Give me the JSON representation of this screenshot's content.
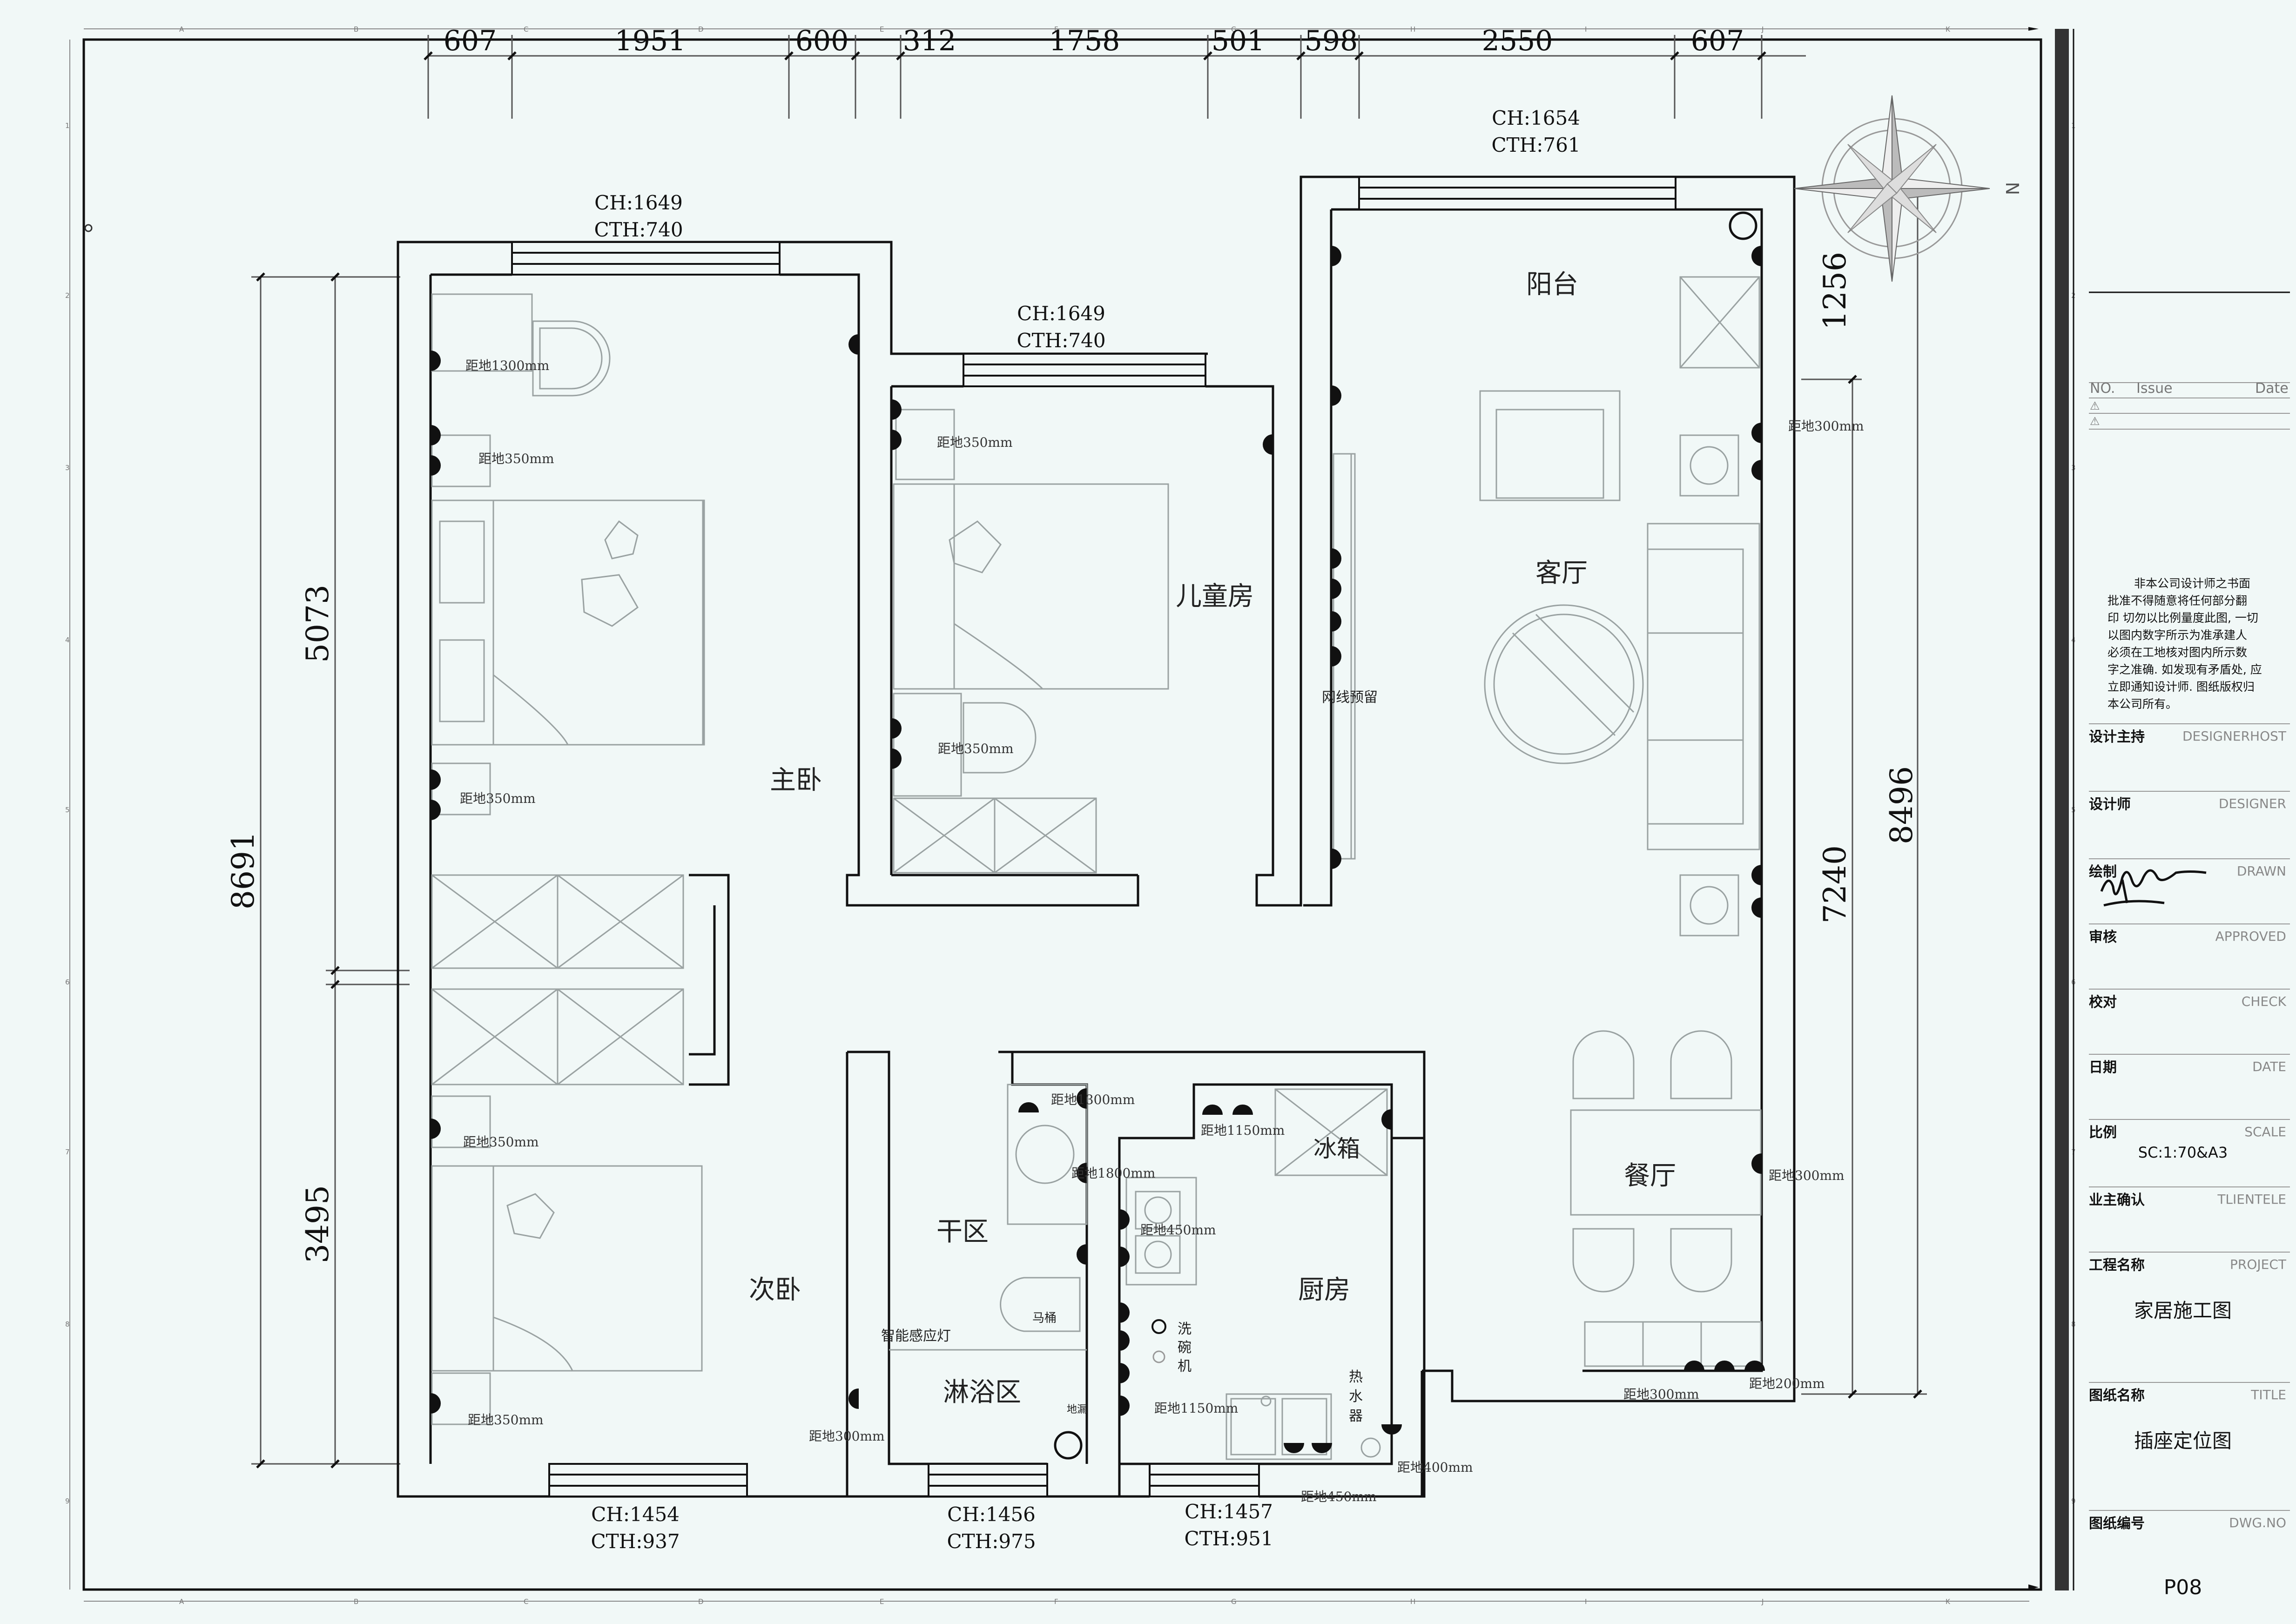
{
  "dimensions": {
    "top": [
      "607",
      "1951",
      "600",
      "312",
      "1758",
      "501",
      "598",
      "2550",
      "607"
    ],
    "left": [
      "8691",
      "5073",
      "3495"
    ],
    "right": [
      "8496",
      "7240",
      "1256"
    ]
  },
  "windows": {
    "master_bed": {
      "ch": "CH:1649",
      "cth": "CTH:740"
    },
    "kids_room": {
      "ch": "CH:1649",
      "cth": "CTH:740"
    },
    "balcony": {
      "ch": "CH:1654",
      "cth": "CTH:761"
    },
    "second_bed": {
      "ch": "CH:1454",
      "cth": "CTH:937"
    },
    "bathroom": {
      "ch": "CH:1456",
      "cth": "CTH:975"
    },
    "kitchen": {
      "ch": "CH:1457",
      "cth": "CTH:951"
    }
  },
  "rooms": {
    "master_bedroom": "主卧",
    "kids_room": "儿童房",
    "living_room": "客厅",
    "balcony": "阳台",
    "second_bedroom": "次卧",
    "dry_area": "干区",
    "shower_area": "淋浴区",
    "kitchen": "厨房",
    "dining": "餐厅"
  },
  "labels": {
    "fridge": "冰箱",
    "network": "网线预留",
    "toilet": "马桶",
    "floor_drain": "地漏",
    "sensor_light": "智能感应灯",
    "dishwasher": [
      "洗",
      "碗",
      "机"
    ],
    "water_heater": [
      "热",
      "水",
      "器"
    ]
  },
  "outlet_heights": {
    "mb_desk": "距地1300mm",
    "mb_bed_top": "距地350mm",
    "mb_bed_bottom": "距地350mm",
    "kid_bed": "距地350mm",
    "kid_desk": "距地350mm",
    "second_top": "距地350mm",
    "second_bottom": "距地350mm",
    "corridor": "距地300mm",
    "bath_top": "距地1300mm",
    "bath_mid": "距地1800mm",
    "kitchen_fridge": "距地1150mm",
    "kitchen_stove": "距地450mm",
    "kitchen_sink": "距地1150mm",
    "kitchen_bottom": "距地400mm",
    "kitchen_bottom2": "距地450mm",
    "living_right": "距地300mm",
    "dining_right": "距地300mm",
    "dining_bottom": "距地300mm",
    "dining_bottom2": "距地200mm"
  },
  "title_block": {
    "revision_header": {
      "no": "NO.",
      "issue": "Issue",
      "date": "Date"
    },
    "rev_marks": [
      "⚠",
      "⚠"
    ],
    "notice": [
      "非本公司设计师之书面",
      "批准不得随意将任何部分翻",
      "印 切勿以比例量度此图, 一切",
      "以图内数字所示为准承建人",
      "必须在工地核对图内所示数",
      "字之准确. 如发现有矛盾处, 应",
      "立即通知设计师. 图纸版权归",
      "本公司所有。"
    ],
    "rows": [
      {
        "cn": "设计主持",
        "en": "DESIGNERHOST",
        "value": ""
      },
      {
        "cn": "设计师",
        "en": "DESIGNER",
        "value": ""
      },
      {
        "cn": "绘制",
        "en": "DRAWN",
        "value": ""
      },
      {
        "cn": "审核",
        "en": "APPROVED",
        "value": ""
      },
      {
        "cn": "校对",
        "en": "CHECK",
        "value": ""
      },
      {
        "cn": "日期",
        "en": "DATE",
        "value": ""
      },
      {
        "cn": "比例",
        "en": "SCALE",
        "value": "SC:1:70&A3"
      },
      {
        "cn": "业主确认",
        "en": "TLIENTELE",
        "value": ""
      },
      {
        "cn": "工程名称",
        "en": "PROJECT",
        "value": "家居施工图"
      },
      {
        "cn": "图纸名称",
        "en": "TITLE",
        "value": "插座定位图"
      },
      {
        "cn": "图纸编号",
        "en": "DWG.NO",
        "value": ""
      }
    ],
    "sheet_no": "P08"
  },
  "grid": {
    "columns": [
      "A",
      "B",
      "C",
      "D",
      "E",
      "F",
      "G",
      "H",
      "I",
      "J",
      "K"
    ],
    "rows": [
      "1",
      "2",
      "3",
      "4",
      "5",
      "6",
      "7",
      "8",
      "9"
    ]
  },
  "compass": "N",
  "colors": {
    "background": "#f1f8f7",
    "line": "#111111",
    "furniture": "#9aa2a2",
    "dim": "#555555"
  }
}
